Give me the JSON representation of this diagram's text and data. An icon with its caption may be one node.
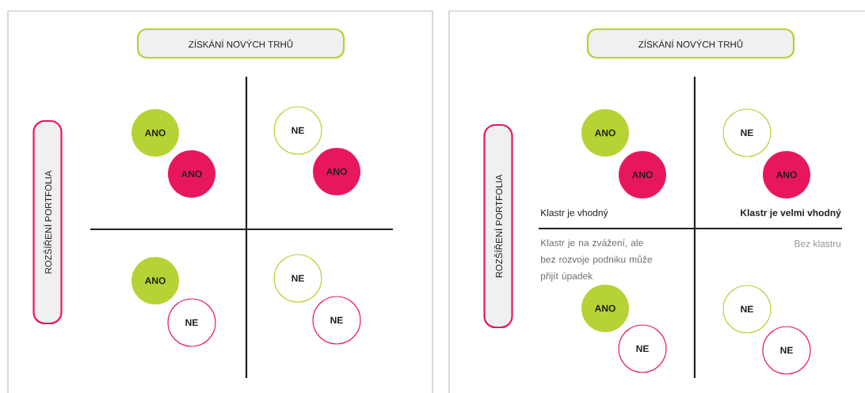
{
  "diagram": {
    "nodes": [
      {
        "text": [
          "ZÍSKÁNÍ NOVÝCH TRHŮ"
        ]
      },
      {
        "text": [
          "ROZŠÍŘENÍ PORTFOLIA"
        ]
      },
      {
        "text": [
          "ANO"
        ]
      },
      {
        "text": [
          "ANO"
        ]
      },
      {
        "text": [
          "NE"
        ]
      },
      {
        "text": [
          "ANO"
        ]
      },
      {
        "text": [
          "ANO"
        ]
      },
      {
        "text": [
          "NE"
        ]
      },
      {
        "text": [
          "NE"
        ]
      },
      {
        "text": [
          "NE"
        ]
      },
      {
        "text": [
          "ZÍSKÁNÍ NOVÝCH TRHŮ"
        ]
      },
      {
        "text": [
          "ROZŠÍŘENÍ PORTFOLIA"
        ]
      },
      {
        "text": [
          "ANO"
        ]
      },
      {
        "text": [
          "ANO"
        ]
      },
      {
        "text": [
          "NE"
        ]
      },
      {
        "text": [
          "ANO"
        ]
      },
      {
        "text": [
          "ANO"
        ]
      },
      {
        "text": [
          "NE"
        ]
      },
      {
        "text": [
          "NE"
        ]
      },
      {
        "text": [
          "NE"
        ]
      }
    ],
    "labels": [
      "Klastr je vhodný",
      "Klastr je velmi vhodný",
      "Klastr je na zvážení, ale bez rozvoje podniku může přijít úpadek",
      "Bez klastru"
    ]
  }
}
